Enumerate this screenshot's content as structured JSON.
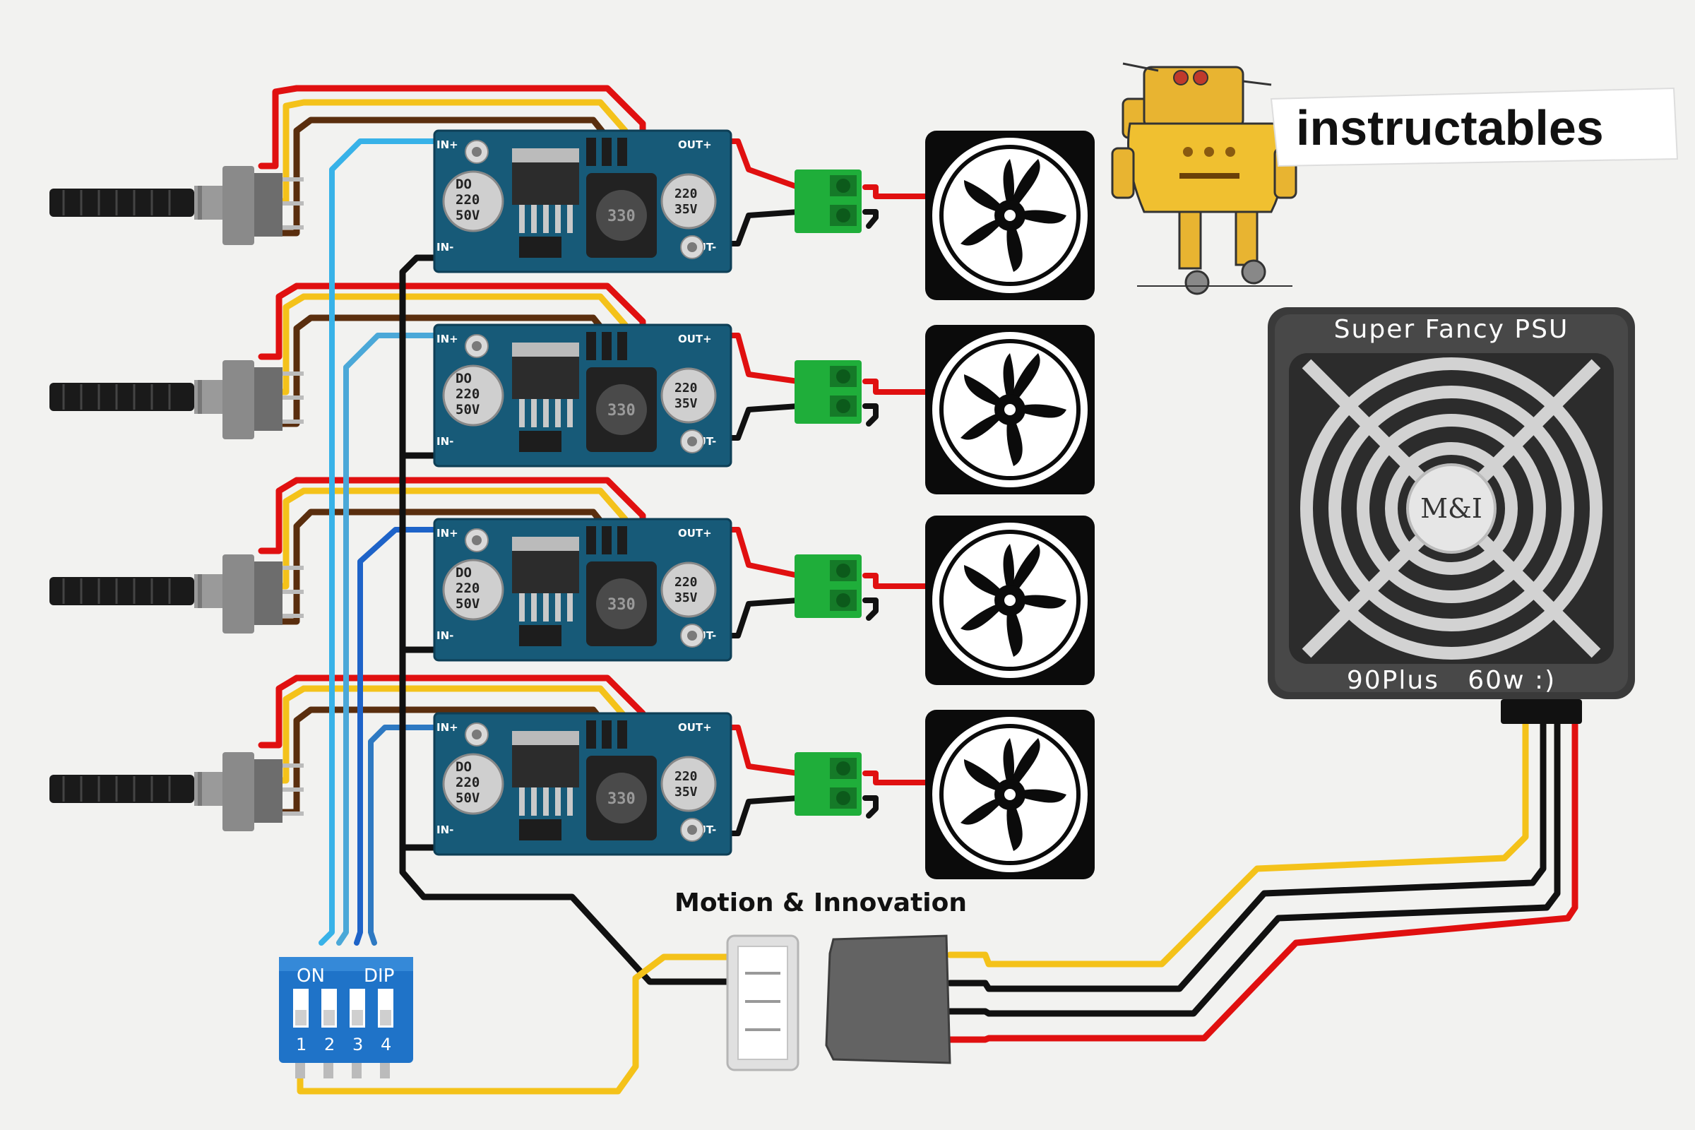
{
  "brand": {
    "name": "instructables"
  },
  "caption": {
    "text": "Motion & Innovation"
  },
  "psu": {
    "title": "Super Fancy PSU",
    "rating": "90Plus   60w :)",
    "logo": "M&I"
  },
  "dip_switch": {
    "on_label": "ON",
    "type_label": "DIP",
    "positions": [
      "1",
      "2",
      "3",
      "4"
    ]
  },
  "board": {
    "pin_in_plus": "IN+",
    "pin_in_minus": "IN-",
    "pin_out_plus": "OUT+",
    "pin_out_minus": "OUT-",
    "cap_left": [
      "DO",
      "220",
      "50V"
    ],
    "cap_right": [
      "220",
      "35V"
    ],
    "inductor": "330"
  },
  "colors": {
    "red": "#e01010",
    "yellow": "#f4c21a",
    "brown": "#5a2e0e",
    "black": "#111111",
    "light_blue": "#38b2e8",
    "blue": "#1e63c8"
  }
}
